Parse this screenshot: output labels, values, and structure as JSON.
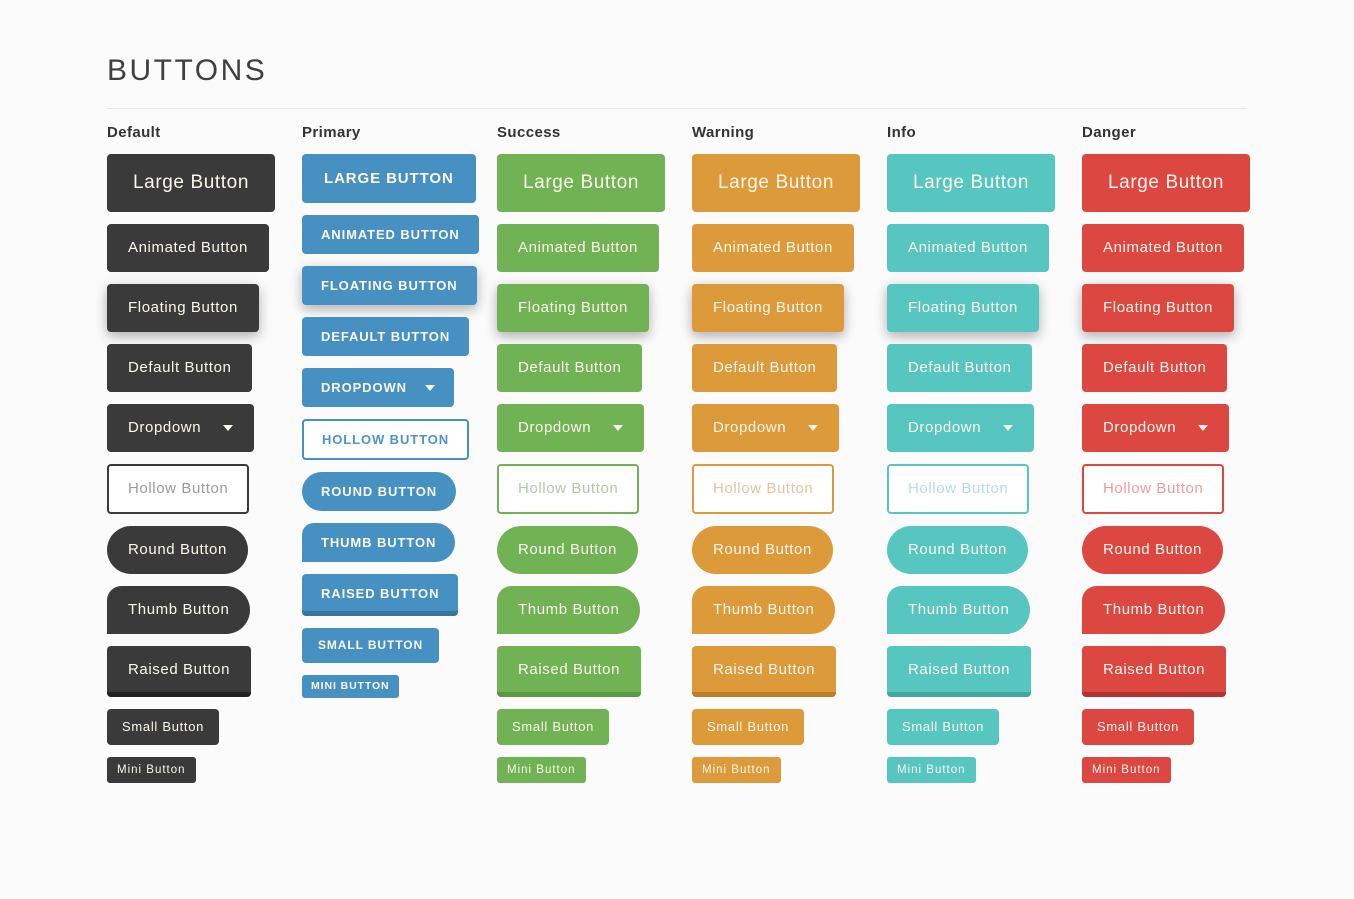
{
  "page": {
    "title": "BUTTONS",
    "background_color": "#fbfbfb",
    "divider_color": "#e7e7e7",
    "button_text_color": "#fbf7ec",
    "header_text_color": "#333333"
  },
  "columns": [
    {
      "id": "default",
      "label": "Default",
      "theme": {
        "bg": "#3a3a3a",
        "raised_edge": "#222222",
        "hollow_text": "#9b9b9b"
      },
      "buttons": [
        {
          "type": "large",
          "label": "Large Button"
        },
        {
          "type": "animated",
          "label": "Animated Button"
        },
        {
          "type": "floating",
          "label": "Floating Button"
        },
        {
          "type": "default",
          "label": "Default Button"
        },
        {
          "type": "dropdown",
          "label": "Dropdown",
          "icon": "caret-down-icon"
        },
        {
          "type": "hollow",
          "label": "Hollow Button"
        },
        {
          "type": "round",
          "label": "Round Button"
        },
        {
          "type": "thumb",
          "label": "Thumb Button"
        },
        {
          "type": "raised",
          "label": "Raised Button"
        },
        {
          "type": "small",
          "label": "Small Button"
        },
        {
          "type": "mini",
          "label": "Mini Button"
        }
      ]
    },
    {
      "id": "primary",
      "label": "Primary",
      "theme": {
        "bg": "#4790c2",
        "raised_edge": "#38749e",
        "hollow_text": "#4d94c6"
      },
      "buttons": [
        {
          "type": "large",
          "label": "LARGE BUTTON"
        },
        {
          "type": "animated",
          "label": "ANIMATED BUTTON"
        },
        {
          "type": "floating",
          "label": "FLOATING BUTTON"
        },
        {
          "type": "default",
          "label": "DEFAULT BUTTON"
        },
        {
          "type": "dropdown",
          "label": "DROPDOWN",
          "icon": "caret-down-icon"
        },
        {
          "type": "hollow",
          "label": "HOLLOW BUTTON"
        },
        {
          "type": "round",
          "label": "ROUND BUTTON"
        },
        {
          "type": "thumb",
          "label": "THUMB BUTTON"
        },
        {
          "type": "raised",
          "label": "RAISED BUTTON"
        },
        {
          "type": "small",
          "label": "SMALL BUTTON"
        },
        {
          "type": "mini",
          "label": "MINI BUTTON"
        }
      ]
    },
    {
      "id": "success",
      "label": "Success",
      "theme": {
        "bg": "#71b254",
        "raised_edge": "#5c9a41",
        "hollow_text": "#b5c7a9"
      },
      "buttons": [
        {
          "type": "large",
          "label": "Large Button"
        },
        {
          "type": "animated",
          "label": "Animated Button"
        },
        {
          "type": "floating",
          "label": "Floating Button"
        },
        {
          "type": "default",
          "label": "Default Button"
        },
        {
          "type": "dropdown",
          "label": "Dropdown",
          "icon": "caret-down-icon"
        },
        {
          "type": "hollow",
          "label": "Hollow Button"
        },
        {
          "type": "round",
          "label": "Round Button"
        },
        {
          "type": "thumb",
          "label": "Thumb Button"
        },
        {
          "type": "raised",
          "label": "Raised Button"
        },
        {
          "type": "small",
          "label": "Small Button"
        },
        {
          "type": "mini",
          "label": "Mini Button"
        }
      ]
    },
    {
      "id": "warning",
      "label": "Warning",
      "theme": {
        "bg": "#dd9a3b",
        "raised_edge": "#bd7e24",
        "hollow_text": "#e3c69a"
      },
      "buttons": [
        {
          "type": "large",
          "label": "Large Button"
        },
        {
          "type": "animated",
          "label": "Animated Button"
        },
        {
          "type": "floating",
          "label": "Floating Button"
        },
        {
          "type": "default",
          "label": "Default Button"
        },
        {
          "type": "dropdown",
          "label": "Dropdown",
          "icon": "caret-down-icon"
        },
        {
          "type": "hollow",
          "label": "Hollow Button"
        },
        {
          "type": "round",
          "label": "Round Button"
        },
        {
          "type": "thumb",
          "label": "Thumb Button"
        },
        {
          "type": "raised",
          "label": "Raised Button"
        },
        {
          "type": "small",
          "label": "Small Button"
        },
        {
          "type": "mini",
          "label": "Mini Button"
        }
      ]
    },
    {
      "id": "info",
      "label": "Info",
      "theme": {
        "bg": "#57c6c0",
        "raised_edge": "#43a8a2",
        "hollow_text": "#b2dedb"
      },
      "buttons": [
        {
          "type": "large",
          "label": "Large Button"
        },
        {
          "type": "animated",
          "label": "Animated Button"
        },
        {
          "type": "floating",
          "label": "Floating Button"
        },
        {
          "type": "default",
          "label": "Default Button"
        },
        {
          "type": "dropdown",
          "label": "Dropdown",
          "icon": "caret-down-icon"
        },
        {
          "type": "hollow",
          "label": "Hollow Button"
        },
        {
          "type": "round",
          "label": "Round Button"
        },
        {
          "type": "thumb",
          "label": "Thumb Button"
        },
        {
          "type": "raised",
          "label": "Raised Button"
        },
        {
          "type": "small",
          "label": "Small Button"
        },
        {
          "type": "mini",
          "label": "Mini Button"
        }
      ]
    },
    {
      "id": "danger",
      "label": "Danger",
      "theme": {
        "bg": "#dc4742",
        "raised_edge": "#b23330",
        "hollow_text": "#eb9d9a"
      },
      "buttons": [
        {
          "type": "large",
          "label": "Large Button"
        },
        {
          "type": "animated",
          "label": "Animated Button"
        },
        {
          "type": "floating",
          "label": "Floating Button"
        },
        {
          "type": "default",
          "label": "Default Button"
        },
        {
          "type": "dropdown",
          "label": "Dropdown",
          "icon": "caret-down-icon"
        },
        {
          "type": "hollow",
          "label": "Hollow Button"
        },
        {
          "type": "round",
          "label": "Round Button"
        },
        {
          "type": "thumb",
          "label": "Thumb Button"
        },
        {
          "type": "raised",
          "label": "Raised Button"
        },
        {
          "type": "small",
          "label": "Small Button"
        },
        {
          "type": "mini",
          "label": "Mini Button"
        }
      ]
    }
  ]
}
